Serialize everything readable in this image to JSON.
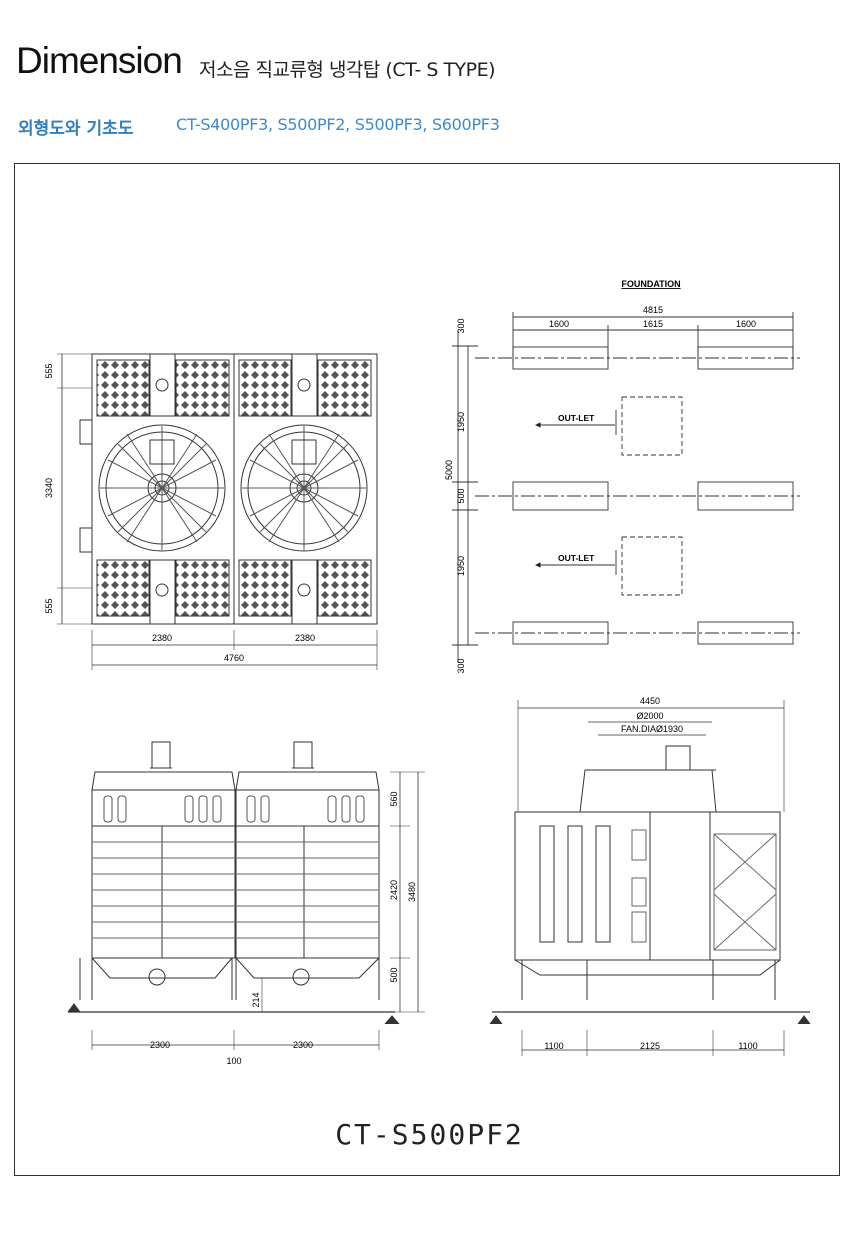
{
  "header": {
    "title": "Dimension",
    "subtitle": "저소음 직교류형 냉각탑 (CT- S TYPE)"
  },
  "section": {
    "label": "외형도와 기초도",
    "models": "CT-S400PF3, S500PF2, S500PF3, S600PF3"
  },
  "drawings": {
    "plan": {
      "dims_vertical": [
        "555",
        "3340",
        "555"
      ],
      "dims_horizontal": [
        "2380",
        "2380",
        "4760"
      ]
    },
    "foundation": {
      "title": "FOUNDATION",
      "total_width": "4815",
      "widths": [
        "1600",
        "1615",
        "1600"
      ],
      "total_height": "5000",
      "heights": [
        "300",
        "1950",
        "500",
        "1950",
        "300"
      ],
      "outlet_label": "OUT-LET"
    },
    "front": {
      "heights": [
        "560",
        "2420",
        "3480",
        "500",
        "214"
      ],
      "widths": [
        "2300",
        "2300",
        "100"
      ]
    },
    "side": {
      "top_width": "4450",
      "diameter": "Ø2000",
      "fan_dia": "FAN.DIAØ1930",
      "widths": [
        "1100",
        "2125",
        "1100"
      ]
    }
  },
  "model_name": "CT-S500PF2"
}
